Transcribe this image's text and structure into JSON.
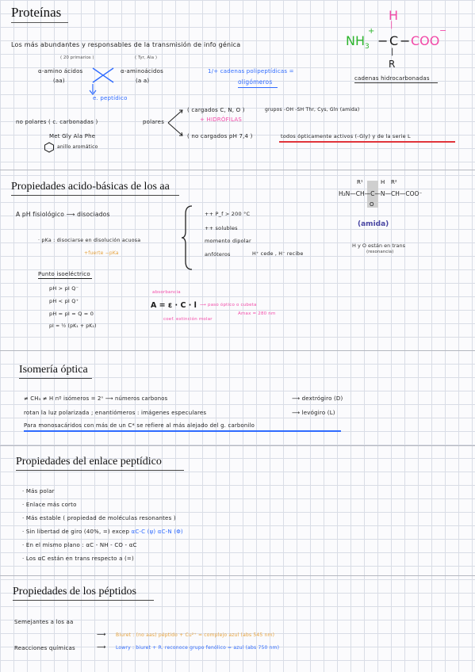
{
  "title": "Proteínas",
  "top": {
    "intro": "Los más abundantes y responsables de la transmisión de info génica",
    "formula_nh3": "NH",
    "formula_nh3_sub": "3",
    "formula_plus": "+",
    "formula_c": "C",
    "formula_coo": "COO",
    "formula_minus": "−",
    "formula_h": "H",
    "formula_r": "R",
    "cadenas_hidro": "cadenas hidrocarbonadas",
    "primarios_note": "( 20 primarios )",
    "tyr_note": "( Tyr, Ala )",
    "alpha_ac": "α-amino ácidos",
    "aa1": "(aa)",
    "alpha_amino": "α-aminoácidos",
    "aa2": "(a a)",
    "cadenas_poli": "1/+ cadenas polipeptídicas =",
    "oligomeros": "oligómeros",
    "e_peptidico": "e. peptídico",
    "cargados": "( cargados C, N, O )",
    "grupos": "grupos -OH -SH  Thr, Cys, Gln (amida)",
    "hidrofilas": "+ HIDRÓFILAS",
    "no_cargados": "( no cargados pH 7,4 )",
    "optic": "todos ópticamente activos (-Gly) y de la serie L",
    "no_polares": "no polares ( c. carbonadas )",
    "polares": "polares",
    "met": "Met   Gly  Ala  Phe",
    "anillo": "anillo aromático"
  },
  "section1": {
    "title": "Propiedades acido-básicas de los aa",
    "chem_r1": "R¹",
    "chem_h1": "H",
    "chem_r2": "R²",
    "chem_chain": "H₂N—CH—C—N—CH—COO⁻",
    "chem_o": "O",
    "amida": "(amida)",
    "trans": "H y O están en trans",
    "resonancia": "(resonancia)",
    "ph_line": "A  pH fisiológico ⟶ disociados",
    "pka": "· pKa : disociarse en disolución acuosa",
    "fuerte": "+fuerte −pKa",
    "pf": "++ P_f   > 200 °C",
    "solubles": "++ solubles",
    "momento": "momento dipolar",
    "anfoteros": "anfóteros",
    "h_cede": "H⁺ cede , H⁻ recibe",
    "punto_iso": "Punto isoeléctrico",
    "ph_gt": "pH > pI   Q⁻",
    "ph_lt": "pH < pI   Q⁺",
    "ph_eq": "pH = pI = Q = 0",
    "pi_formula": "pI = ½ (pK₁ + pK₂)",
    "absorbancia": "absorbancia",
    "beer": "A = ε · C · l",
    "paso_note": "⟶ paso óptico o cubeta",
    "coef": "coef. extinción molar",
    "amax": "Amax = 280 nm"
  },
  "section2": {
    "title": "Isomería óptica",
    "line1": "≠ CH₃  ≠ H    nº isómeros = 2ⁿ ⟶ números carbonos",
    "dextro": "⟶   dextrógiro  (D)",
    "line2": "rotan la luz polarizada ; enantiómeros : imágenes especulares",
    "levo": "⟶   levógiro   (L)",
    "line3": "Para monosacáridos con más de un C* se refiere al más alejado del g. carbonilo"
  },
  "section3": {
    "title": "Propiedades del enlace peptídico",
    "b1": "Más polar",
    "b2": "Enlace más corto",
    "b3": "Más estable ( propiedad de moléculas resonantes )",
    "b4": "Sin libertad de giro (40%, =) excep",
    "b4_blue": "αC-C (ψ)   αC-N (Φ)",
    "b5": "En el mismo plano : αC - NH - CO - αC",
    "b6": "Los αC están en trans respecto a (=)"
  },
  "section4": {
    "title": "Propiedades de los péptidos",
    "semejantes": "Semejantes a los aa",
    "reacciones": "Reacciones químicas",
    "biuret": "Biuret : (no aas) péptido + Cu²⁺ = complejo azul (abs 545 nm)",
    "lowry": "Lowry :  biuret + R. reconoce grupo fenólico = azul (abs 750 nm)"
  },
  "colors": {
    "pink": "#f24aa8",
    "blue": "#2f6bff",
    "red": "#e0343a",
    "orange": "#e6a23c",
    "grid": "#d9dde6"
  }
}
